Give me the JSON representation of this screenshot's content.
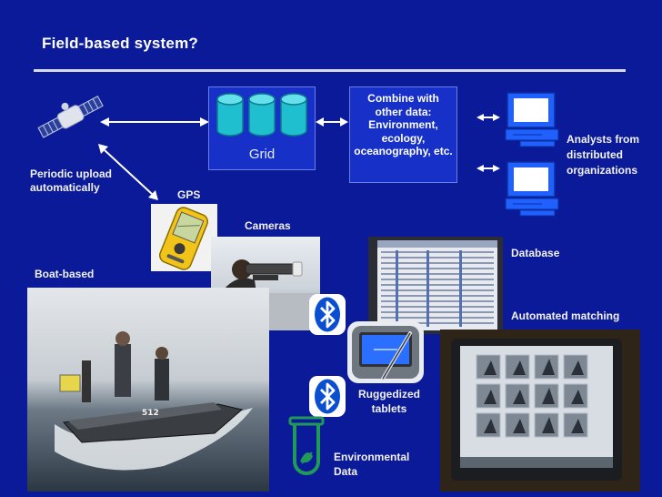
{
  "slide": {
    "title": "Field-based system?",
    "labels": {
      "periodic_upload": "Periodic upload automatically",
      "gps": "GPS",
      "grid": "Grid",
      "combine": "Combine with other data: Environment, ecology, oceanography, etc.",
      "analysts": "Analysts from distributed organizations",
      "cameras": "Cameras",
      "database": "Database",
      "boat_based": "Boat-based",
      "automated_matching": "Automated matching",
      "ruggedized_tablets": "Ruggedized tablets",
      "environmental_data": "Environmental Data"
    },
    "boat_hull_text": "512"
  },
  "colors": {
    "background": "#0b1a99",
    "box_fill": "#1630c8",
    "rule": "#d6dbe6",
    "monitor_blue": "#1a5cff",
    "icon_green": "#1f9a57",
    "bluetooth_bg": "#0a4fd0"
  },
  "icons": [
    "satellite-icon",
    "database-cylinder-icon",
    "computer-icon",
    "bluetooth-icon",
    "test-tube-icon",
    "tablet-pen-icon",
    "gps-device-icon"
  ]
}
